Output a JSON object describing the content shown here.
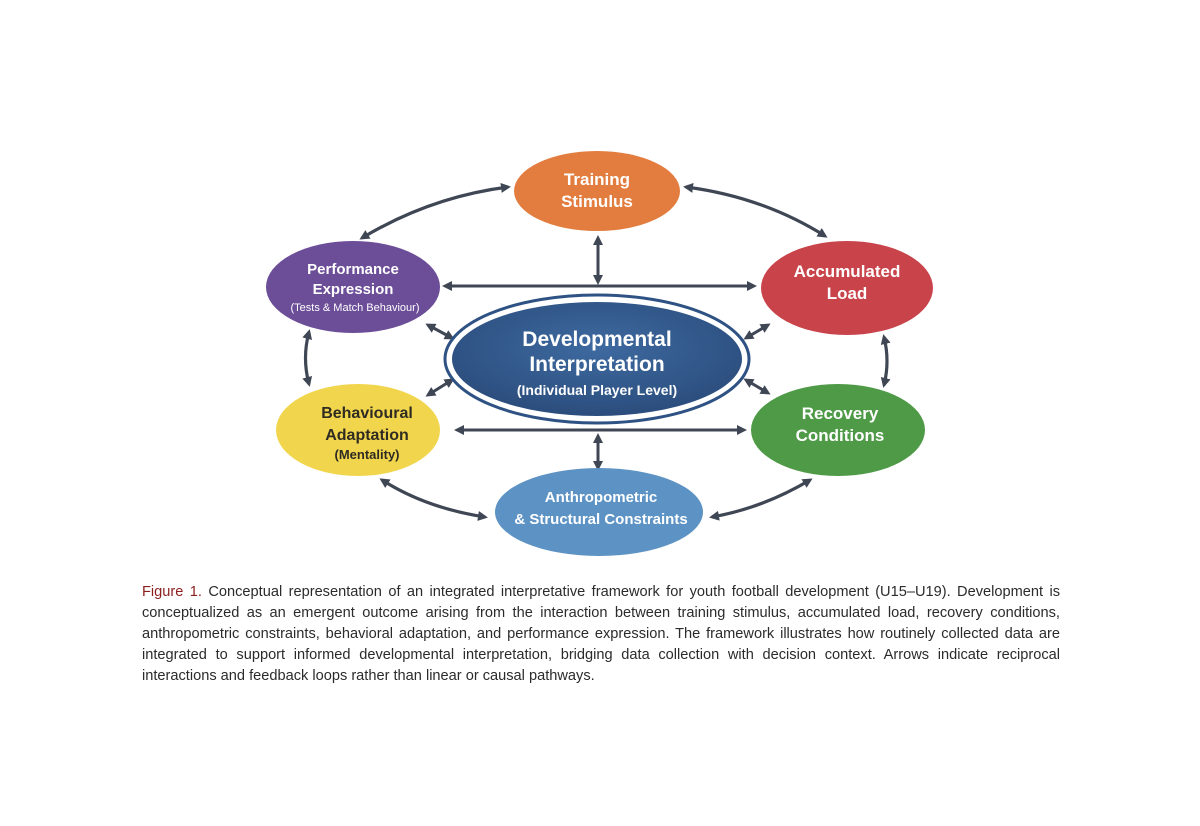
{
  "nodes": {
    "training": {
      "lines": [
        "Training",
        "Stimulus"
      ],
      "color": "#e27d3f"
    },
    "accumulated": {
      "lines": [
        "Accumulated",
        "Load"
      ],
      "color": "#c8434a"
    },
    "recovery": {
      "lines": [
        "Recovery",
        "Conditions"
      ],
      "color": "#4f9a47"
    },
    "anthropometric": {
      "lines": [
        "Anthropometric",
        "& Structural Constraints"
      ],
      "color": "#5d93c4"
    },
    "behavioural": {
      "lines": [
        "Behavioural",
        "Adaptation"
      ],
      "sub": "(Mentality)",
      "color": "#f1d64d"
    },
    "performance": {
      "lines": [
        "Performance",
        "Expression"
      ],
      "sub": "(Tests & Match Behaviour)",
      "color": "#6b4d98"
    },
    "center": {
      "lines": [
        "Developmental",
        "Interpretation"
      ],
      "sub": "(Individual Player Level)",
      "color": "#2e5283"
    }
  },
  "arrow_color": "#3f4654",
  "caption": {
    "label": "Figure 1.",
    "text": " Conceptual representation of an integrated interpretative framework for youth football development (U15–U19). Development is conceptualized as an emergent outcome arising from the interaction between training stimulus, accumulated load, recovery conditions, anthropometric constraints, behavioral adaptation, and performance expression. The framework illustrates how routinely collected data are integrated to support informed developmental interpretation, bridging data collection with decision context. Arrows indicate reciprocal interactions and feedback loops rather than linear or causal pathways."
  }
}
